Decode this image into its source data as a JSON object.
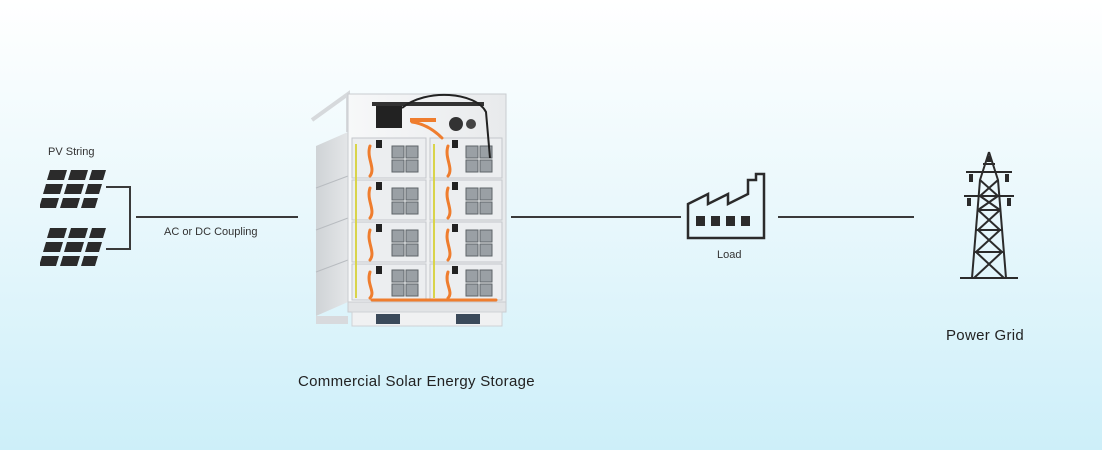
{
  "pv": {
    "label": "PV String"
  },
  "coupling": {
    "label": "AC or DC Coupling"
  },
  "storage": {
    "label": "Commercial Solar Energy Storage"
  },
  "load": {
    "label": "Load"
  },
  "grid": {
    "label": "Power Grid"
  },
  "icons": {
    "pv": "solar-panel-icon",
    "load": "factory-icon",
    "grid": "transmission-tower-icon"
  },
  "colors": {
    "line": "#3a3a3a",
    "cable_orange": "#ef7d2e",
    "cable_yellow": "#d9d44a",
    "cabinet": "#f2f3f4"
  }
}
